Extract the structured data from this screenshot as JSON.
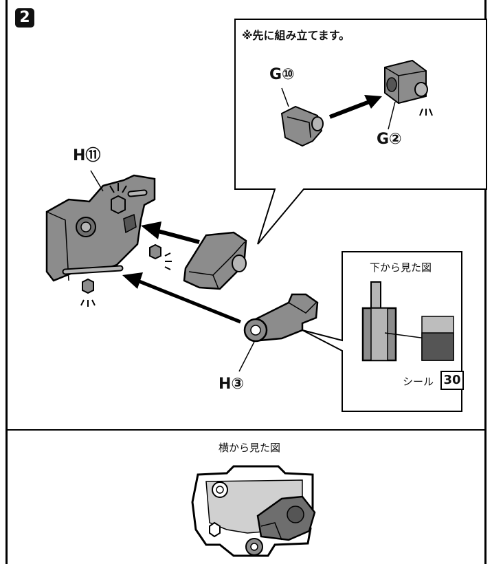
{
  "step": {
    "number": "2"
  },
  "callout_top": {
    "note": "※先に組み立てます。"
  },
  "parts": {
    "g10": "G⑩",
    "g2": "G②",
    "h11": "H⑪",
    "h3": "H③"
  },
  "callout_bottom": {
    "title": "下から見た図",
    "seal_label": "シール",
    "seal_number": "30"
  },
  "side_view": {
    "title": "横から見た図"
  },
  "colors": {
    "part_dark": "#6e6e6e",
    "part_mid": "#8c8c8c",
    "part_light": "#b5b5b5",
    "seal_light": "#bdbdbd",
    "seal_dark": "#555555"
  }
}
